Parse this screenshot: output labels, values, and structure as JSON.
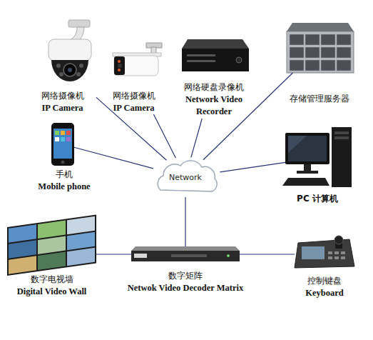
{
  "diagram": {
    "nodes": [
      {
        "text": [
          "网络摄像机",
          "IP Camera"
        ]
      },
      {
        "text": [
          "网络摄像机",
          "IP Camera"
        ]
      },
      {
        "text": [
          "网络硬盘录像机",
          "Network Video Recorder"
        ]
      },
      {
        "text": [
          "存储管理服务器"
        ]
      },
      {
        "text": [
          "手机",
          "Mobile phone"
        ]
      },
      {
        "text": [
          "Network"
        ]
      },
      {
        "text": [
          "PC 计算机"
        ]
      },
      {
        "text": [
          "数字电视墙",
          "Digital Video Wall"
        ]
      },
      {
        "text": [
          "数字矩阵",
          "Netwok Video Decoder Matrix"
        ]
      },
      {
        "text": [
          "控制键盘",
          "Keyboard"
        ]
      }
    ],
    "edges": [
      {
        "from": 0,
        "to": 5,
        "arrow": "none"
      },
      {
        "from": 1,
        "to": 5,
        "arrow": "none"
      },
      {
        "from": 2,
        "to": 5,
        "arrow": "none"
      },
      {
        "from": 3,
        "to": 5,
        "arrow": "none"
      },
      {
        "from": 4,
        "to": 5,
        "arrow": "none"
      },
      {
        "from": 5,
        "to": 6,
        "arrow": "none"
      },
      {
        "from": 5,
        "to": 8,
        "arrow": "none"
      },
      {
        "from": 7,
        "to": 8,
        "arrow": "none"
      },
      {
        "from": 8,
        "to": 9,
        "arrow": "none"
      }
    ]
  }
}
